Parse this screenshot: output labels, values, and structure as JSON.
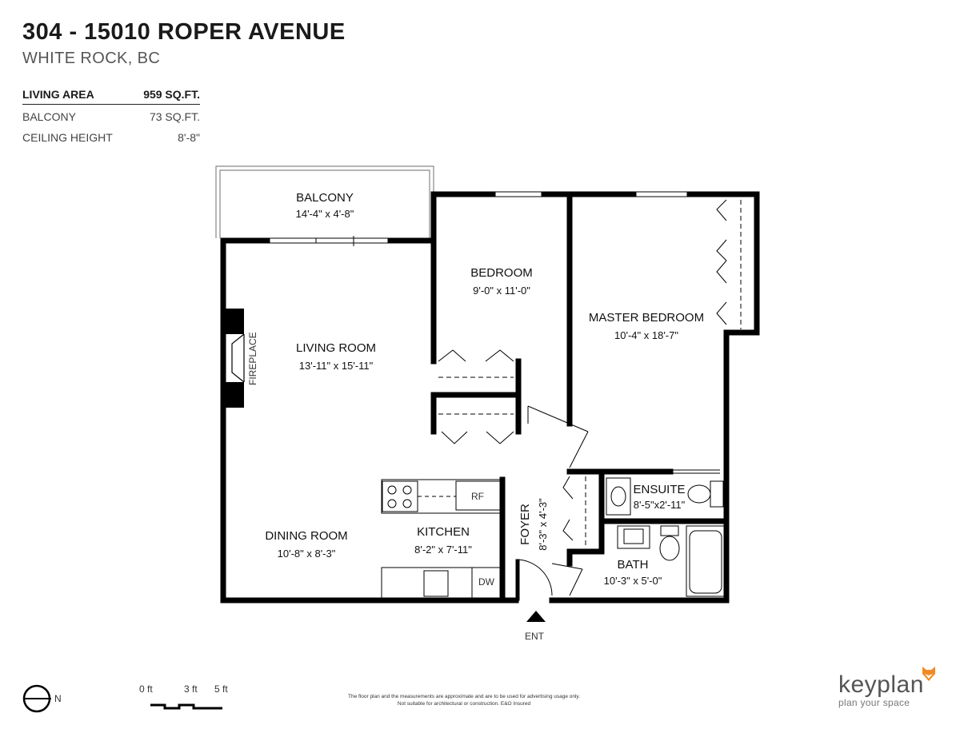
{
  "header": {
    "address": "304 - 15010 ROPER AVENUE",
    "city": "WHITE ROCK, BC"
  },
  "stats": [
    {
      "label": "LIVING AREA",
      "value": "959 SQ.FT."
    },
    {
      "label": "BALCONY",
      "value": "73 SQ.FT."
    },
    {
      "label": "CEILING HEIGHT",
      "value": "8'-8\""
    }
  ],
  "rooms": {
    "balcony": {
      "name": "BALCONY",
      "dims": "14'-4\" x 4'-8\""
    },
    "bedroom": {
      "name": "BEDROOM",
      "dims": "9'-0\"  x  11'-0\""
    },
    "master": {
      "name": "MASTER BEDROOM",
      "dims": "10'-4\" x 18'-7\""
    },
    "living": {
      "name": "LIVING ROOM",
      "dims": "13'-11\" x 15'-11\""
    },
    "dining": {
      "name": "DINING ROOM",
      "dims": "10'-8\" x 8'-3\""
    },
    "kitchen": {
      "name": "KITCHEN",
      "dims": "8'-2\" x 7'-11\""
    },
    "foyer": {
      "name": "FOYER",
      "dims": "8'-3\" x 4'-3\""
    },
    "ensuite": {
      "name": "ENSUITE",
      "dims": "8'-5\"x2'-11\""
    },
    "bath": {
      "name": "BATH",
      "dims": "10'-3\" x 5'-0\""
    }
  },
  "fixtures": {
    "fireplace": "FIREPLACE",
    "fridge": "RF",
    "dishwasher": "DW",
    "entry": "ENT"
  },
  "compass": {
    "label": "N"
  },
  "scale": {
    "labels": [
      "0 ft",
      "3 ft",
      "5 ft"
    ]
  },
  "disclaimer": {
    "line1": "The floor plan and the measurements are approximate and are to be used for advertising usage only.",
    "line2": "Not suitable for architectural or construction. E&O Insured"
  },
  "brand": {
    "name": "keyplan",
    "tagline": "plan your space",
    "accent_color": "#f08a24"
  }
}
